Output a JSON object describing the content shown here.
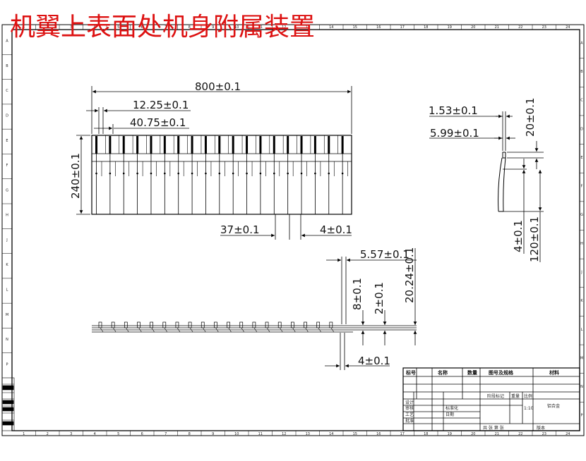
{
  "title": "机翼上表面处机身附属装置",
  "colors": {
    "title": "#dd1111",
    "line": "#000000",
    "background": "#ffffff"
  },
  "dimensions": {
    "overall_length": "800±0.1",
    "pitch_small": "12.25±0.1",
    "pitch_large": "40.75±0.1",
    "height": "240±0.1",
    "gap_37": "37±0.1",
    "gap_4_top": "4±0.1",
    "side_1_53": "1.53±0.1",
    "side_5_99": "5.99±0.1",
    "side_20": "20±0.1",
    "side_4": "4±0.1",
    "side_120": "120±0.1",
    "lower_5_57": "5.57±0.1",
    "lower_8": "8±0.1",
    "lower_2": "2±0.1",
    "lower_20_24": "20.24±0.1",
    "lower_4": "4±0.1"
  },
  "frame": {
    "top_numbers": [
      "1",
      "2",
      "3",
      "4",
      "5",
      "6",
      "7",
      "8",
      "9",
      "10",
      "11",
      "12",
      "13",
      "14",
      "15",
      "16",
      "17",
      "18",
      "19",
      "20",
      "21",
      "22",
      "23",
      "24"
    ],
    "bottom_numbers": [
      "1",
      "2",
      "3",
      "4",
      "5",
      "6",
      "7",
      "8",
      "9",
      "10",
      "11",
      "12",
      "13",
      "14",
      "15",
      "16",
      "17",
      "18",
      "19",
      "20",
      "21",
      "22",
      "23",
      "24"
    ],
    "left_letters": [
      "A",
      "B",
      "C",
      "D",
      "E",
      "F",
      "G",
      "H",
      "J",
      "K",
      "L",
      "M",
      "N",
      "P"
    ],
    "right_letters": [
      "A",
      "B",
      "C",
      "D",
      "E",
      "F",
      "G",
      "H",
      "J",
      "K",
      "L",
      "M",
      "N",
      "P"
    ]
  },
  "title_block": {
    "header": [
      "标号",
      "名称",
      "数量",
      "图号及规格",
      "材料"
    ],
    "label_design": "设计",
    "label_check": "审核",
    "label_process": "工艺",
    "label_approve": "批准",
    "label_std": "标准化",
    "label_date": "日期",
    "label_stage": "阶段标记",
    "label_weight": "重量",
    "label_scale": "比例",
    "scale_value": "1:10",
    "material_value": "铝合金",
    "sheet_text": "共 张 第 张",
    "label_version": "版本"
  }
}
